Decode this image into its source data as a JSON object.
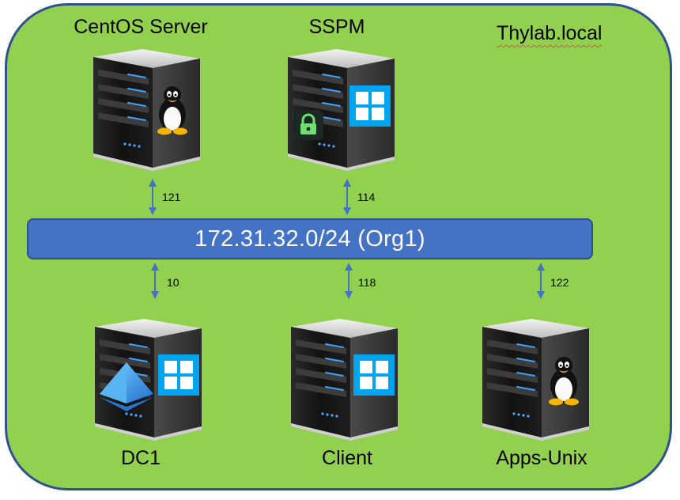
{
  "domain": {
    "name": "Thylab.local"
  },
  "network": {
    "subnet": "172.31.32.0/24 (Org1)"
  },
  "hosts": [
    {
      "id": "centos-server",
      "name": "CentOS Server",
      "ip_suffix": "121",
      "badges": [
        "linux-tux-icon"
      ]
    },
    {
      "id": "sspm",
      "name": "SSPM",
      "ip_suffix": "114",
      "badges": [
        "windows-icon",
        "lock-icon"
      ]
    },
    {
      "id": "dc1",
      "name": "DC1",
      "ip_suffix": "10",
      "badges": [
        "windows-icon",
        "active-directory-icon"
      ]
    },
    {
      "id": "client",
      "name": "Client",
      "ip_suffix": "118",
      "badges": [
        "windows-icon"
      ]
    },
    {
      "id": "apps-unix",
      "name": "Apps-Unix",
      "ip_suffix": "122",
      "badges": [
        "linux-tux-icon"
      ]
    }
  ],
  "colors": {
    "domain_fill": "#92d050",
    "domain_border": "#2f528f",
    "subnet_fill": "#4472c4",
    "connector": "#4472c4",
    "windows_tile": "#00a4ef"
  }
}
